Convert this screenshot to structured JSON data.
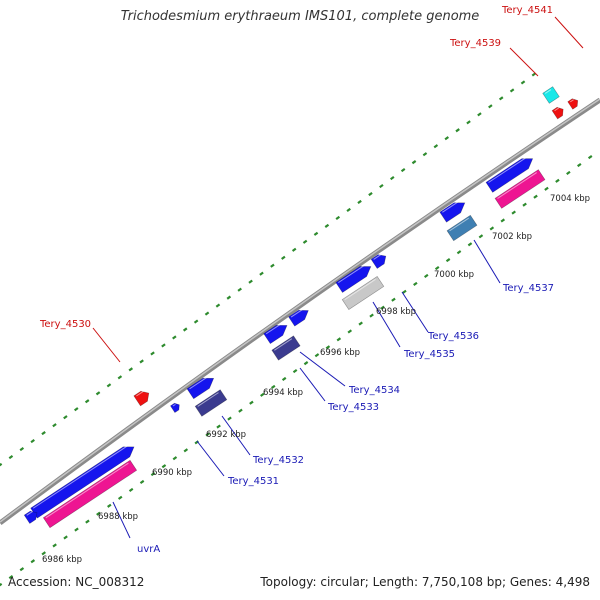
{
  "title": "Trichodesmium erythraeum IMS101, complete genome",
  "footer": {
    "accession": "Accession: NC_008312",
    "topology": "Topology: circular; Length: 7,750,108 bp; Genes: 4,498"
  },
  "colors": {
    "backbone": "#808080",
    "dots": "#2e8b2e",
    "gene_fwd": "#1515ee",
    "gene_pink": "#ee1592",
    "gene_navy": "#3b3b8f",
    "gene_gray": "#c8c8c8",
    "gene_steel": "#3f7fb2",
    "gene_cyan": "#19e8e8",
    "gene_red": "#ee1111",
    "label_blue": "#1a1ab5",
    "label_red": "#cc1111"
  },
  "ticks": [
    "6986 kbp",
    "6988 kbp",
    "6990 kbp",
    "6992 kbp",
    "6994 kbp",
    "6996 kbp",
    "6998 kbp",
    "7000 kbp",
    "7002 kbp",
    "7004 kbp"
  ],
  "gene_labels": [
    "uvrA",
    "Tery_4531",
    "Tery_4532",
    "Tery_4533",
    "Tery_4534",
    "Tery_4535",
    "Tery_4536",
    "Tery_4537"
  ],
  "red_labels": [
    "Tery_4530",
    "Tery_4539",
    "Tery_4541"
  ]
}
